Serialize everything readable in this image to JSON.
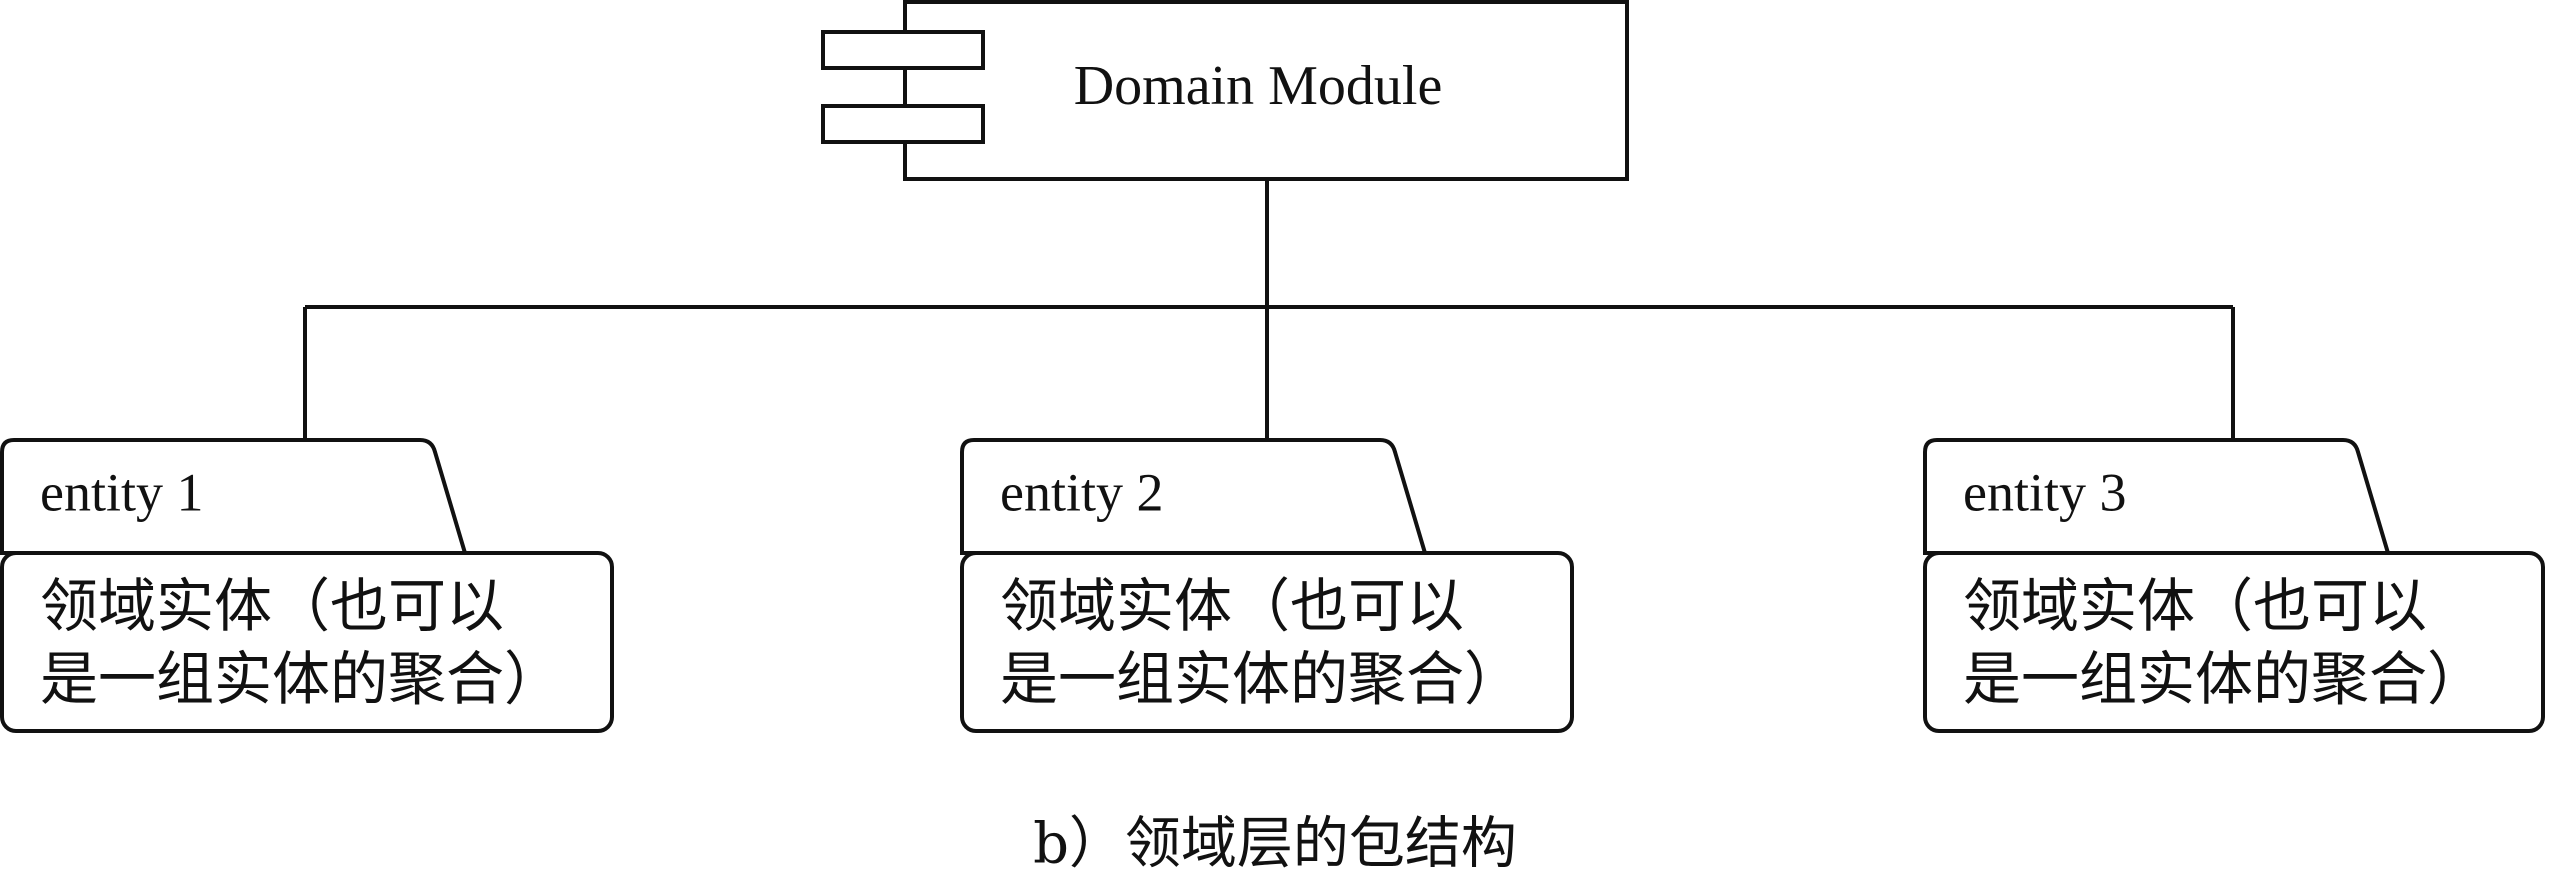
{
  "module": {
    "label": "Domain Module"
  },
  "entities": [
    {
      "tab_label": "entity 1",
      "body_line_1": "领域实体（也可以",
      "body_line_2": "是一组实体的聚合）"
    },
    {
      "tab_label": "entity 2",
      "body_line_1": "领域实体（也可以",
      "body_line_2": "是一组实体的聚合）"
    },
    {
      "tab_label": "entity 3",
      "body_line_1": "领域实体（也可以",
      "body_line_2": "是一组实体的聚合）"
    }
  ],
  "caption": "b）领域层的包结构",
  "colors": {
    "stroke": "#111111",
    "background": "#ffffff"
  }
}
